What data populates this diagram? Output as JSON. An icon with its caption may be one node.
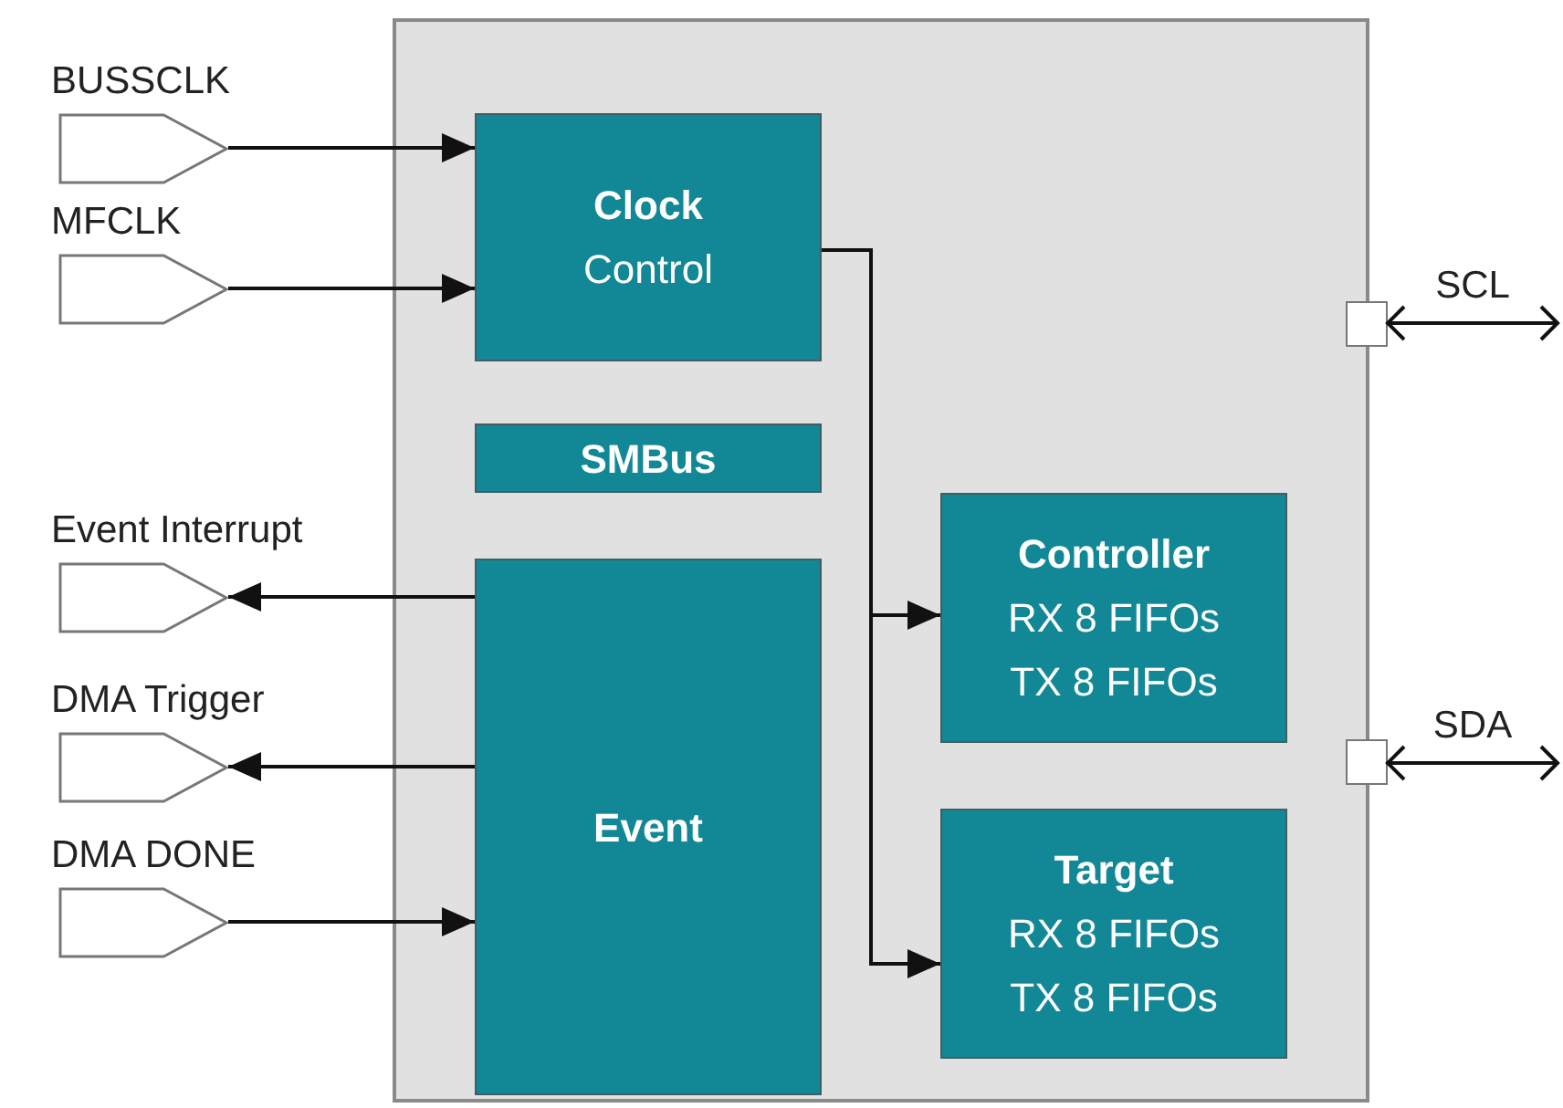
{
  "diagram": {
    "nodes": [
      {
        "text": [],
        "shape": "box"
      },
      {
        "text": [
          "Clock",
          "Control"
        ],
        "in": 0
      },
      {
        "text": [
          "SMBus"
        ],
        "in": 0
      },
      {
        "text": [
          "Event"
        ],
        "in": 0
      },
      {
        "text": [
          "Controller",
          "RX 8 FIFOs",
          "TX 8 FIFOs"
        ],
        "in": 0
      },
      {
        "text": [
          "Target",
          "RX 8 FIFOs",
          "TX 8 FIFOs"
        ],
        "in": 0
      },
      {
        "text": [
          "BUSSCLK"
        ]
      },
      {
        "text": [
          "MFCLK"
        ]
      },
      {
        "text": [
          "Event Interrupt"
        ]
      },
      {
        "text": [
          "DMA Trigger"
        ]
      },
      {
        "text": [
          "DMA DONE"
        ]
      },
      {
        "text": [],
        "shape": "box"
      },
      {
        "text": [],
        "shape": "box"
      }
    ],
    "edges": [
      {
        "from": 6,
        "to": 1,
        "arrow": "to"
      },
      {
        "from": 7,
        "to": 1,
        "arrow": "to"
      },
      {
        "from": 3,
        "to": 8,
        "arrow": "to"
      },
      {
        "from": 3,
        "to": 9,
        "arrow": "to"
      },
      {
        "from": 10,
        "to": 3,
        "arrow": "to"
      },
      {
        "from": 1,
        "to": 4,
        "arrow": "to"
      },
      {
        "from": 1,
        "to": 5,
        "arrow": "to"
      },
      {
        "from": 11,
        "to": null,
        "arrow": "both",
        "label": "SCL"
      },
      {
        "from": 12,
        "to": null,
        "arrow": "both",
        "label": "SDA"
      }
    ]
  }
}
